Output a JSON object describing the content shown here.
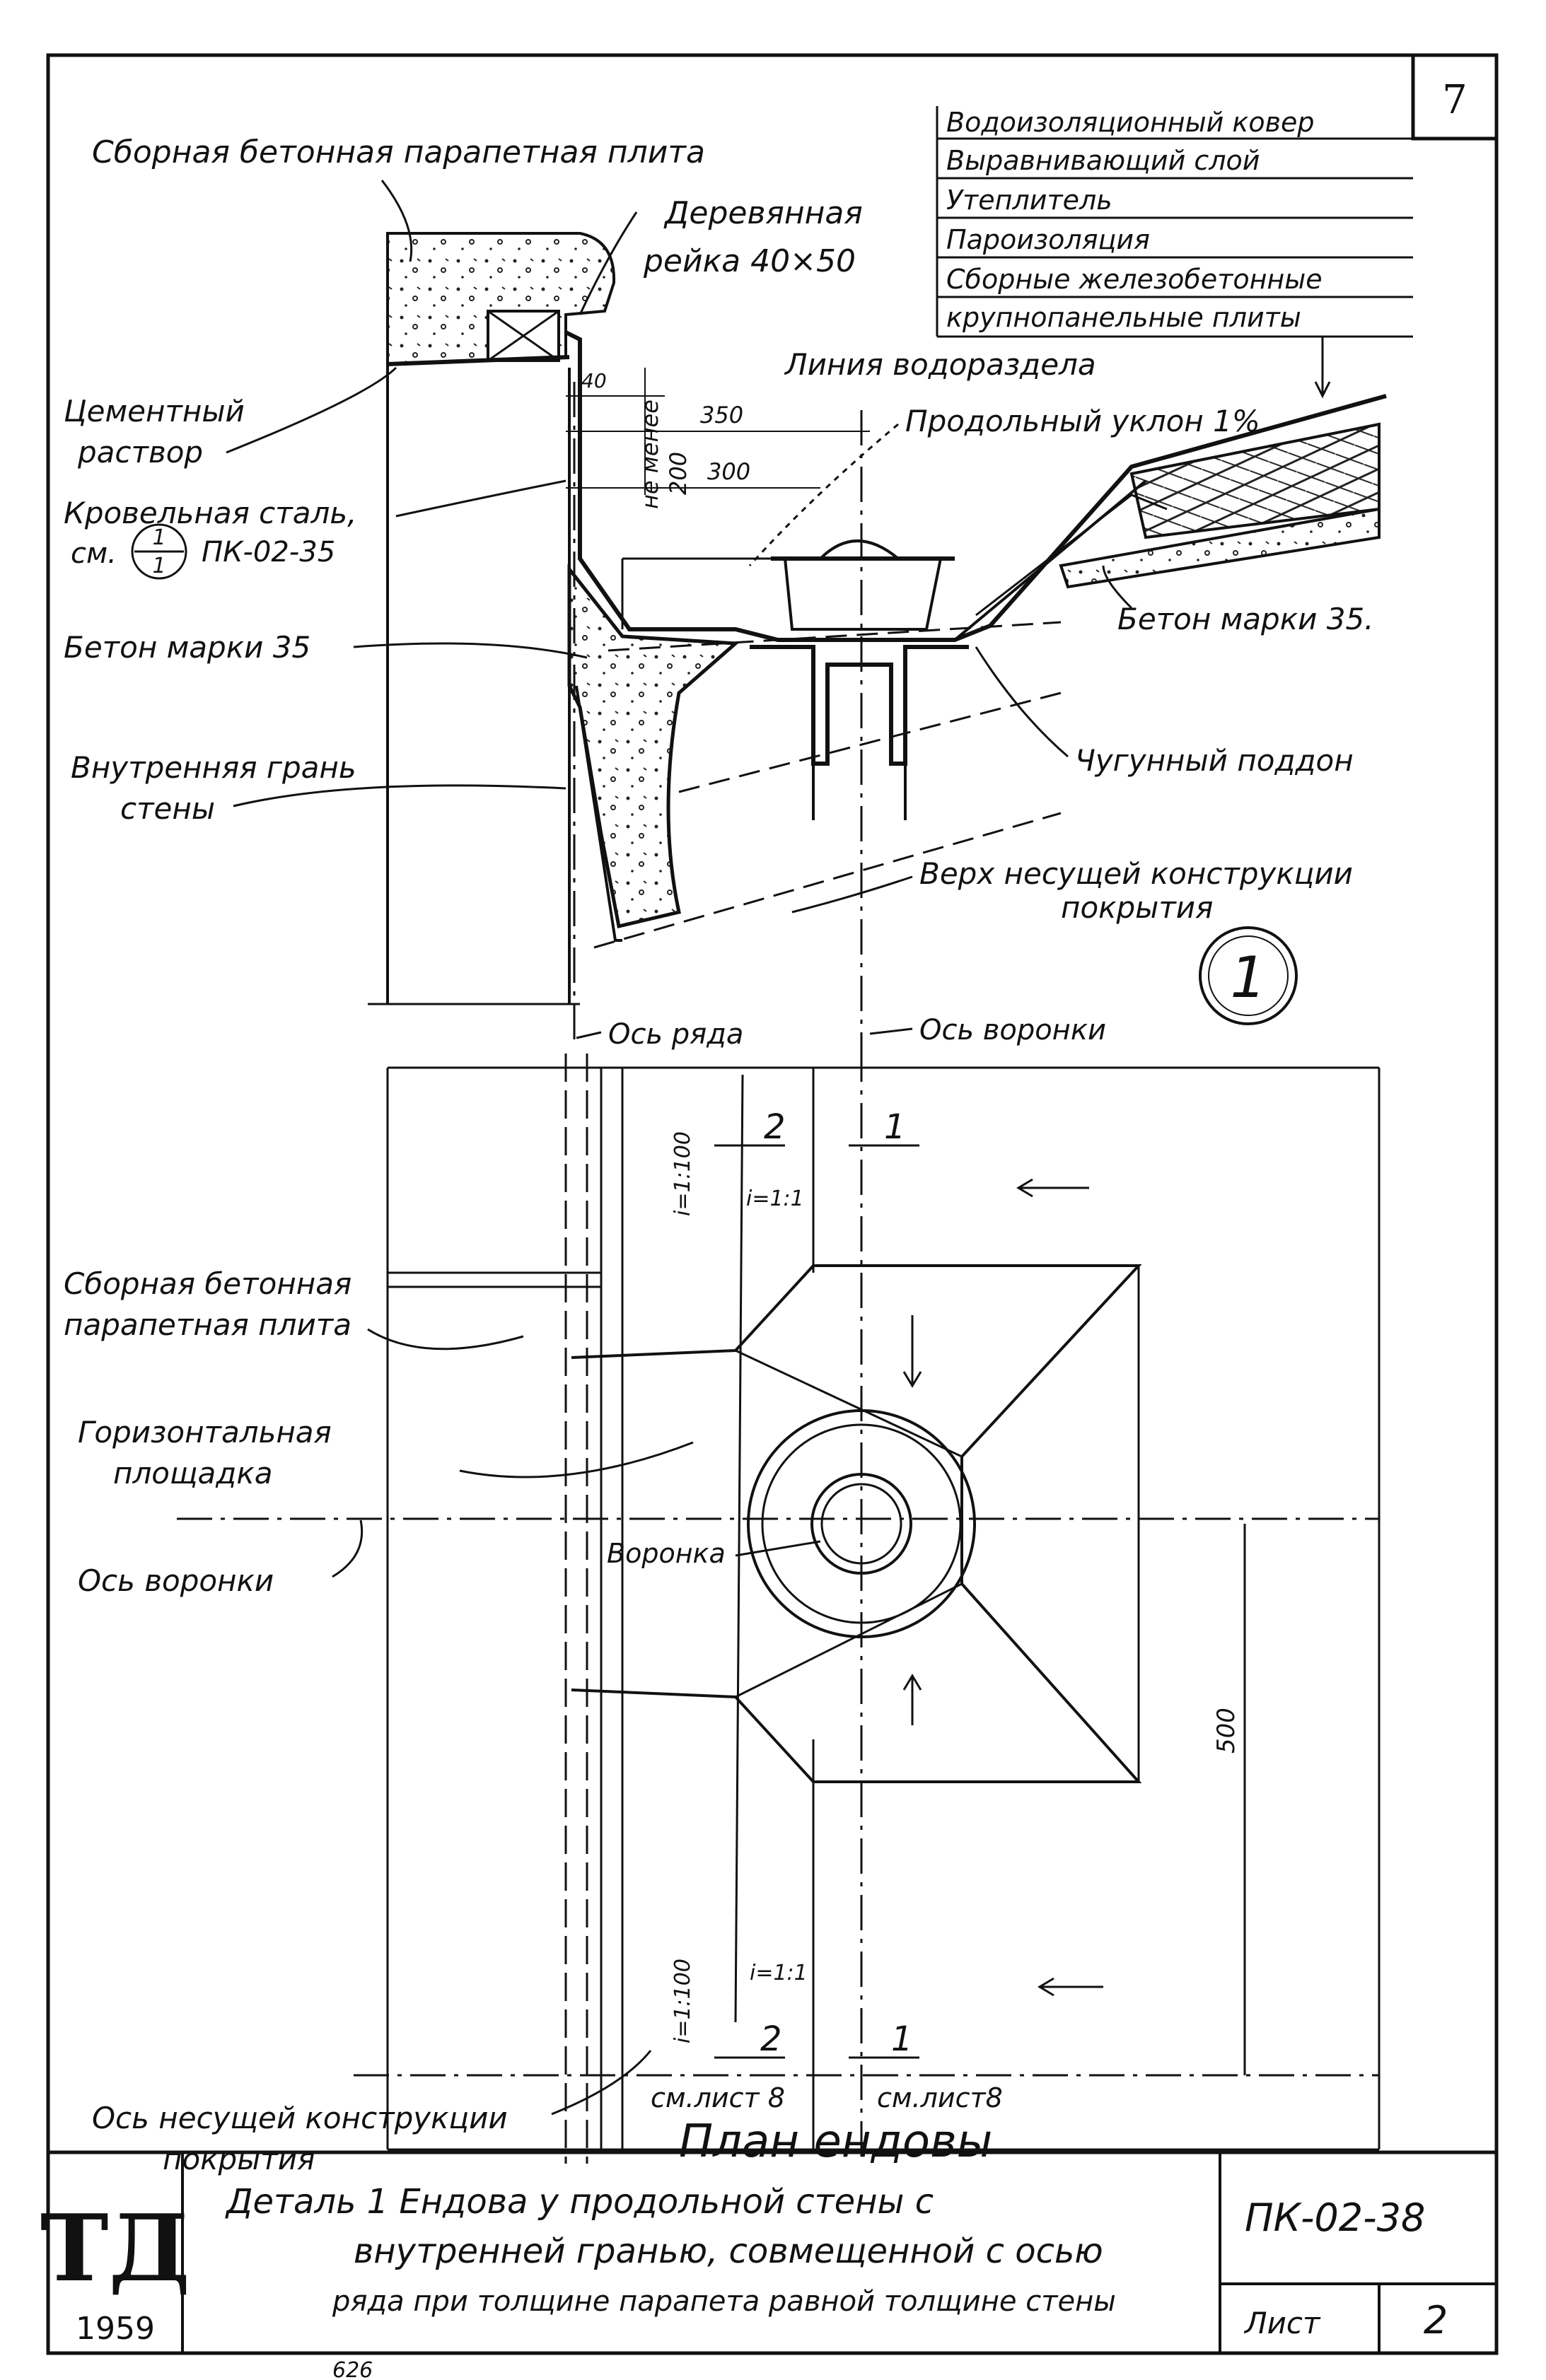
{
  "sheet_number": "7",
  "layers": [
    "Водоизоляционный ковер",
    "Выравнивающий слой",
    "Утеплитель",
    "Пароизоляция",
    "Сборные железобетонные",
    "крупнопанельные плиты"
  ],
  "section": {
    "parapet_label": "Сборная бетонная парапетная плита",
    "wood_strip_label_1": "Деревянная",
    "wood_strip_label_2": "рейка 40×50",
    "watershed": "Линия водораздела",
    "slope": "Продольный уклон 1%",
    "mortar_1": "Цементный",
    "mortar_2": "раствор",
    "roof_steel_1": "Кровельная сталь,",
    "roof_steel_ref": "ПК-02-35",
    "roof_steel_see": "см.",
    "callout_top": "1",
    "callout_bottom": "1",
    "concrete_left": "Бетон марки 35",
    "concrete_right": "Бетон марки 35.",
    "inner_face_1": "Внутренняя грань",
    "inner_face_2": "стены",
    "cast_iron_tray": "Чугунный поддон",
    "top_structure_1": "Верх несущей конструкции",
    "top_structure_2": "покрытия",
    "detail_marker": "1",
    "dim_40": "40",
    "dim_350": "350",
    "dim_300": "300",
    "dim_min_1": "не менее",
    "dim_min_2": "200"
  },
  "plan": {
    "row_axis": "Ось ряда",
    "funnel_axis_top": "Ось воронки",
    "parapet_1": "Сборная бетонная",
    "parapet_2": "парапетная плита",
    "platform_1": "Горизонтальная",
    "platform_2": "площадка",
    "funnel_axis_left": "Ось воронки",
    "funnel": "Воронка",
    "slope_top_left": "i=1:100",
    "slope_top_right": "i=1:1",
    "slope_bottom_left": "i=1:100",
    "slope_bottom_right": "i=1:1",
    "section_mark_2": "2",
    "section_mark_1": "1",
    "dim_500": "500",
    "see_sheet_a": "см.лист 8",
    "see_sheet_b": "см.лист8",
    "structure_axis_1": "Ось несущей конструкции",
    "structure_axis_2": "покрытия",
    "title": "План ендовы"
  },
  "title_block": {
    "logo": "ТД",
    "year": "1959",
    "description_1": "Деталь 1 Ендова у продольной стены с",
    "description_2": "внутренней гранью, совмещенной с осью",
    "description_3": "ряда при толщине парапета равной толщине стены",
    "code": "ПК-02-38",
    "sheet_label": "Лист",
    "sheet_value": "2"
  },
  "footer_note": "626"
}
